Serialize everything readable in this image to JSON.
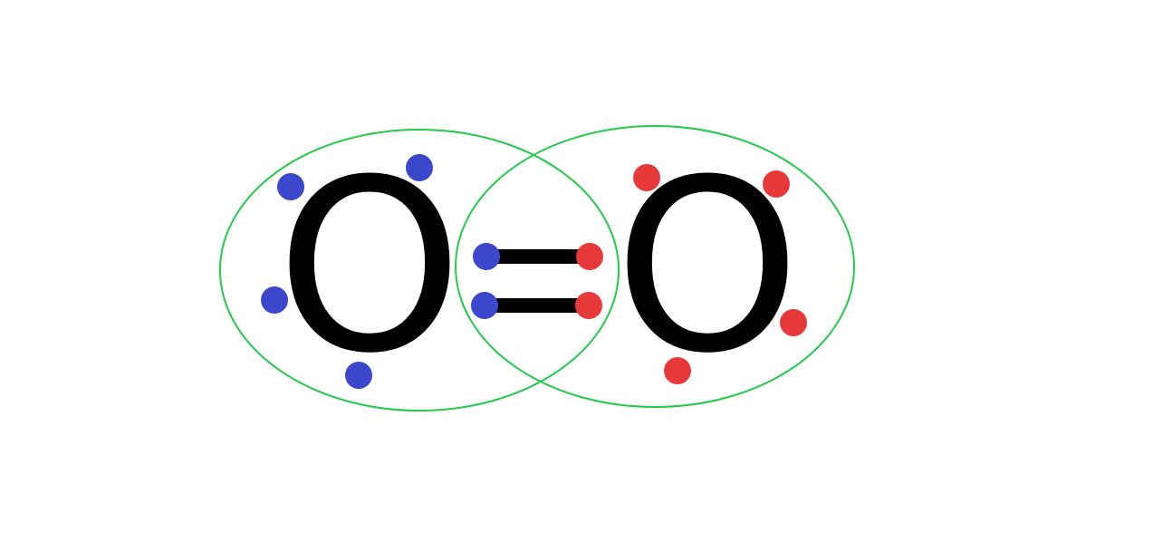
{
  "molecule": {
    "left_atom": {
      "symbol": "O"
    },
    "right_atom": {
      "symbol": "O"
    },
    "bond": "double"
  },
  "colors": {
    "background": "#ffffff",
    "shell": "#22c94a",
    "left_electrons": "#3b48cc",
    "right_electrons": "#e8393a",
    "bond": "#000000"
  },
  "electron_counts": {
    "left_lone": 4,
    "right_lone": 4,
    "shared_pairs": 2
  }
}
